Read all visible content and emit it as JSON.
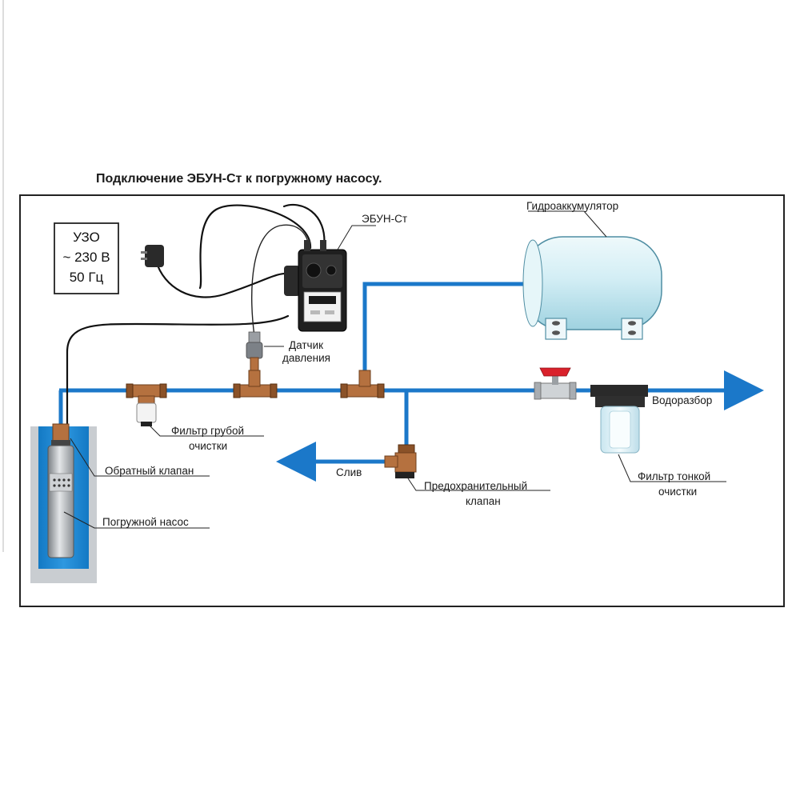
{
  "title": "Подключение ЭБУН-Ст к погружному насосу.",
  "power_box": {
    "line1": "УЗО",
    "line2": "~ 230 В",
    "line3": "50 Гц"
  },
  "labels": {
    "controller": "ЭБУН-Ст",
    "accumulator": "Гидроаккумулятор",
    "pressure_sensor_1": "Датчик",
    "pressure_sensor_2": "давления",
    "coarse_filter_1": "Фильтр грубой",
    "coarse_filter_2": "очистки",
    "check_valve": "Обратный клапан",
    "submersible_pump": "Погружной насос",
    "drain": "Слив",
    "safety_valve_1": "Предохранительный",
    "safety_valve_2": "клапан",
    "water_outlet": "Водоразбор",
    "fine_filter_1": "Фильтр тонкой",
    "fine_filter_2": "очистки"
  },
  "colors": {
    "pipe": "#1b78c9",
    "well_water": "#1a87d6",
    "tank": "#d6f0f6",
    "brass": "#b5713f",
    "valve_handle": "#d9212b"
  }
}
